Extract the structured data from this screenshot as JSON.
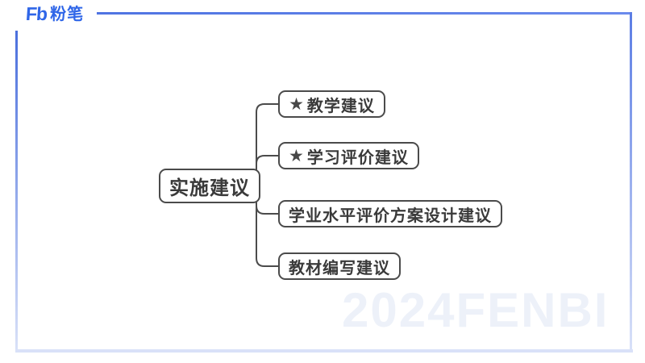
{
  "brand": {
    "logo_monogram": "Fb",
    "logo_name": "粉笔",
    "accent_color": "#2f66e8"
  },
  "frame": {
    "top_color": "#5b7de4",
    "fade_color": "#d9e1f8"
  },
  "watermark": {
    "text": "2024FENBI",
    "color": "#edf1f9"
  },
  "mindmap": {
    "type": "tree",
    "node_border_color": "#4b4b4b",
    "text_color": "#3a3a3a",
    "root": {
      "label": "实施建议"
    },
    "branches": [
      {
        "star": "★",
        "label": "教学建议"
      },
      {
        "star": "★",
        "label": "学习评价建议"
      },
      {
        "star": "",
        "label": "学业水平评价方案设计建议"
      },
      {
        "star": "",
        "label": "教材编写建议"
      }
    ]
  }
}
